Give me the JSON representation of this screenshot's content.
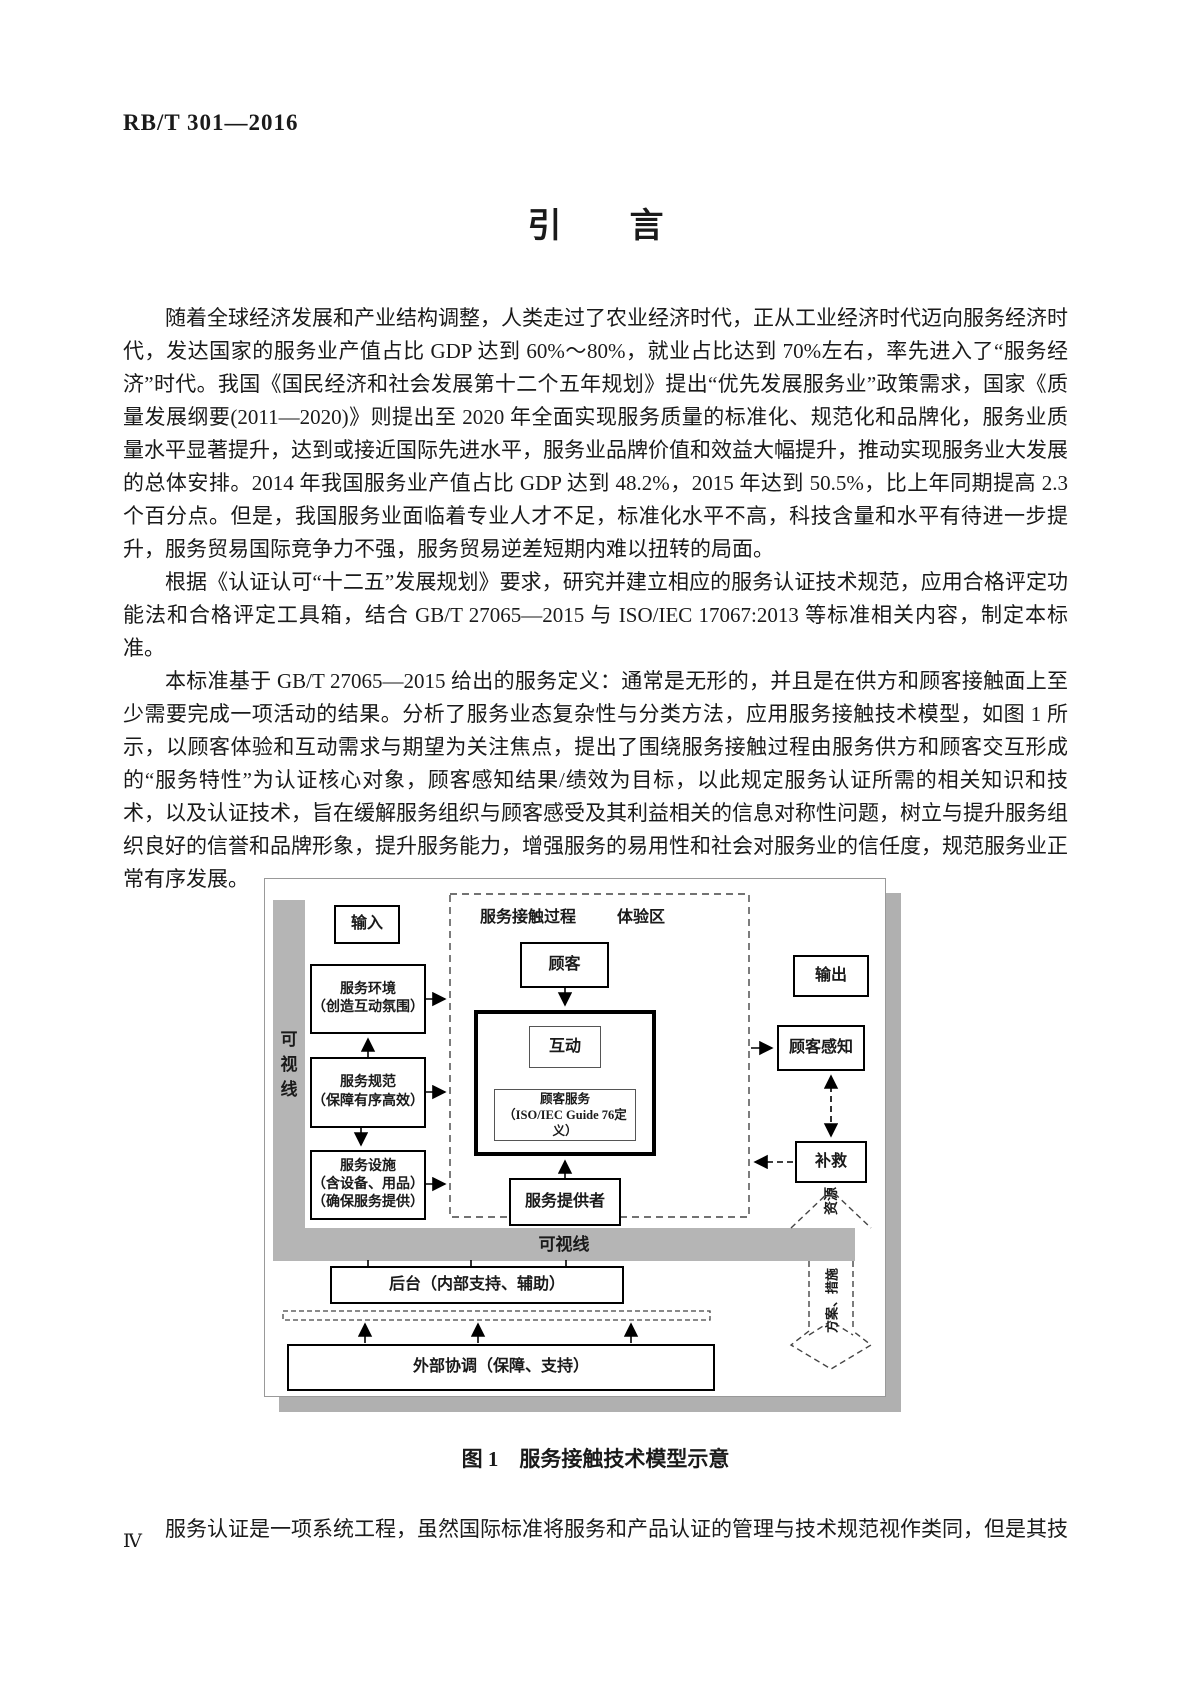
{
  "colors": {
    "bar_gray": "#b5b5b5",
    "shadow_gray": "#b0b0b0"
  },
  "header": {
    "doc_number": "RB/T 301—2016"
  },
  "intro": {
    "title": "引　　言",
    "p1": "随着全球经济发展和产业结构调整，人类走过了农业经济时代，正从工业经济时代迈向服务经济时代，发达国家的服务业产值占比 GDP 达到 60%～80%，就业占比达到 70%左右，率先进入了“服务经济”时代。我国《国民经济和社会发展第十二个五年规划》提出“优先发展服务业”政策需求，国家《质量发展纲要(2011—2020)》则提出至 2020 年全面实现服务质量的标准化、规范化和品牌化，服务业质量水平显著提升，达到或接近国际先进水平，服务业品牌价值和效益大幅提升，推动实现服务业大发展的总体安排。2014 年我国服务业产值占比 GDP 达到 48.2%，2015 年达到 50.5%，比上年同期提高 2.3 个百分点。但是，我国服务业面临着专业人才不足，标准化水平不高，科技含量和水平有待进一步提升，服务贸易国际竞争力不强，服务贸易逆差短期内难以扭转的局面。",
    "p2": "根据《认证认可“十二五”发展规划》要求，研究并建立相应的服务认证技术规范，应用合格评定功能法和合格评定工具箱，结合 GB/T 27065—2015 与 ISO/IEC 17067:2013 等标准相关内容，制定本标准。",
    "p3": "本标准基于 GB/T 27065—2015 给出的服务定义：通常是无形的，并且是在供方和顾客接触面上至少需要完成一项活动的结果。分析了服务业态复杂性与分类方法，应用服务接触技术模型，如图 1 所示，以顾客体验和互动需求与期望为关注焦点，提出了围绕服务接触过程由服务供方和顾客交互形成的“服务特性”为认证核心对象，顾客感知结果/绩效为目标，以此规定服务认证所需的相关知识和技术，以及认证技术，旨在缓解服务组织与顾客感受及其利益相关的信息对称性问题，树立与提升服务组织良好的信誉和品牌形象，提升服务能力，增强服务的易用性和社会对服务业的信任度，规范服务业正常有序发展。",
    "p4": "服务认证是一项系统工程，虽然国际标准将服务和产品认证的管理与技术规范视作类同，但是其技"
  },
  "figure": {
    "caption": "图 1　服务接触技术模型示意",
    "labels": {
      "process_zone": "服务接触过程",
      "experience_zone": "体验区",
      "visibility_vertical": "可\n视\n线",
      "visibility_horizontal": "可视线",
      "resources": "资源",
      "plans_measures": "方案、措施"
    },
    "nodes": {
      "input": "输入",
      "service_environment": "服务环境\n（创造互动氛围）",
      "service_specification": "服务规范\n（保障有序高效）",
      "service_facility": "服务设施\n（含设备、用品）\n（确保服务提供）",
      "customer": "顾客",
      "interaction": "互动",
      "customer_service": "顾客服务\n（ISO/IEC Guide 76定义）",
      "service_provider": "服务提供者",
      "output": "输出",
      "customer_perception": "顾客感知",
      "remedy": "补救",
      "backstage": "后台（内部支持、辅助）",
      "external_coordination": "外部协调（保障、支持）"
    }
  },
  "footer": {
    "page_number": "Ⅳ"
  }
}
